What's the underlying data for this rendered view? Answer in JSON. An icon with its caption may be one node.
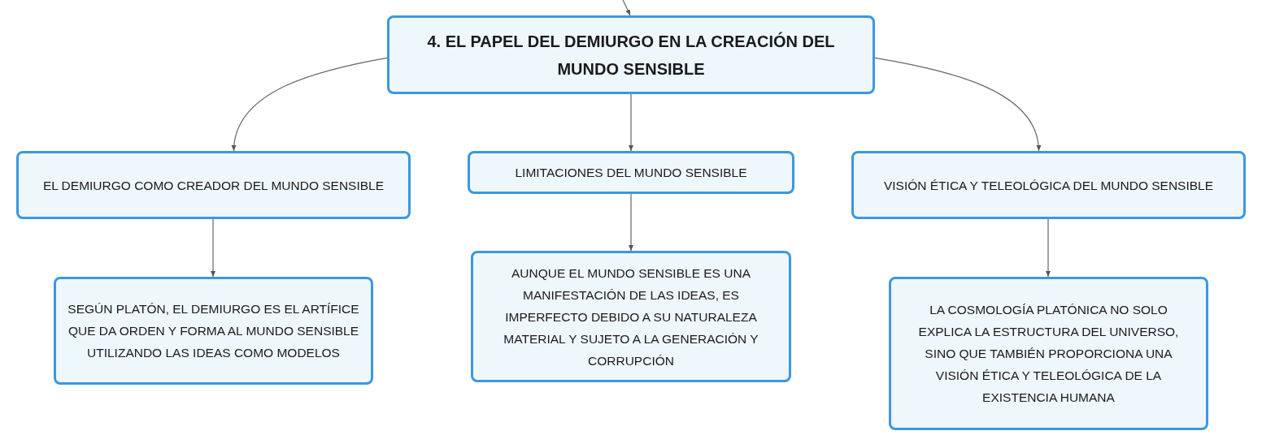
{
  "diagram": {
    "nodes": [
      {
        "text": [
          "4. EL PAPEL DEL DEMIURGO EN LA CREACIÓN DEL MUNDO SENSIBLE"
        ]
      },
      {
        "text": [
          "EL DEMIURGO COMO CREADOR DEL MUNDO SENSIBLE"
        ]
      },
      {
        "text": [
          "LIMITACIONES DEL MUNDO SENSIBLE"
        ]
      },
      {
        "text": [
          "VISIÓN ÉTICA Y TELEOLÓGICA DEL MUNDO SENSIBLE"
        ]
      },
      {
        "text": [
          "SEGÚN PLATÓN, EL DEMIURGO ES EL ARTÍFICE QUE DA ORDEN Y FORMA AL MUNDO SENSIBLE UTILIZANDO LAS IDEAS COMO MODELOS"
        ]
      },
      {
        "text": [
          "AUNQUE EL MUNDO SENSIBLE ES UNA MANIFESTACIÓN DE LAS IDEAS, ES IMPERFECTO DEBIDO A SU NATURALEZA MATERIAL Y SUJETO A LA GENERACIÓN Y CORRUPCIÓN"
        ]
      },
      {
        "text": [
          "LA COSMOLOGÍA PLATÓNICA NO SOLO EXPLICA LA ESTRUCTURA DEL UNIVERSO, SINO QUE TAMBIÉN PROPORCIONA UNA VISIÓN ÉTICA Y TELEOLÓGICA DE LA EXISTENCIA HUMANA"
        ]
      }
    ],
    "edges": [
      {
        "from": null,
        "to": 0,
        "arrow": "to"
      },
      {
        "from": 0,
        "to": 1,
        "arrow": "to"
      },
      {
        "from": 0,
        "to": 2,
        "arrow": "to"
      },
      {
        "from": 0,
        "to": 3,
        "arrow": "to"
      },
      {
        "from": 1,
        "to": 4,
        "arrow": "to"
      },
      {
        "from": 2,
        "to": 5,
        "arrow": "to"
      },
      {
        "from": 3,
        "to": 6,
        "arrow": "to"
      }
    ]
  }
}
